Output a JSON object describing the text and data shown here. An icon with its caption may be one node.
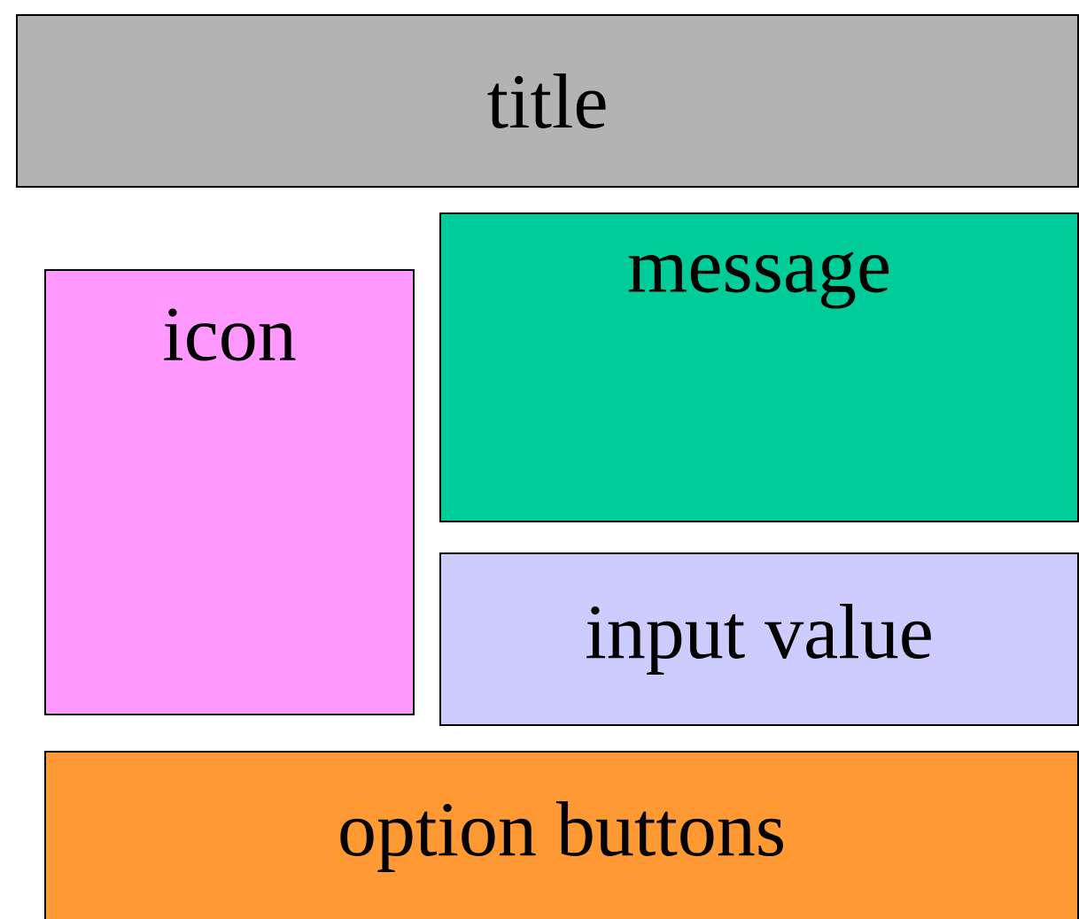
{
  "diagram": {
    "nodes": [
      {
        "text": [
          "title"
        ]
      },
      {
        "text": [
          "icon"
        ]
      },
      {
        "text": [
          "message"
        ]
      },
      {
        "text": [
          "input value"
        ]
      },
      {
        "text": [
          "option buttons"
        ]
      }
    ]
  }
}
